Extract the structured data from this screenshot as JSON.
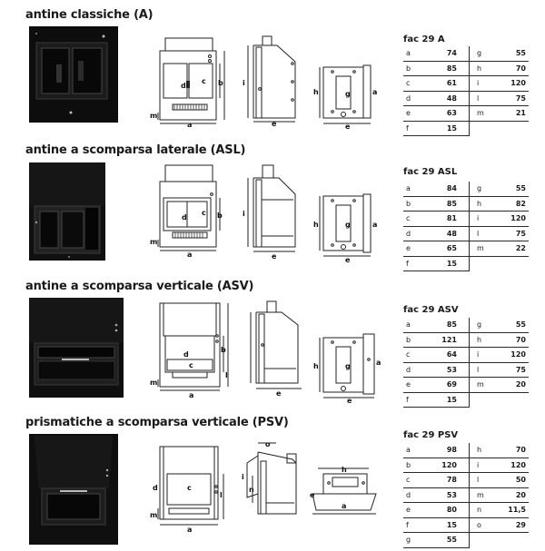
{
  "sections": [
    {
      "title": "antine classiche (A)",
      "code": "fac 29 A",
      "rows": [
        {
          "k1": "a",
          "v1": "74",
          "k2": "g",
          "v2": "55"
        },
        {
          "k1": "b",
          "v1": "85",
          "k2": "h",
          "v2": "70"
        },
        {
          "k1": "c",
          "v1": "61",
          "k2": "i",
          "v2": "120"
        },
        {
          "k1": "d",
          "v1": "48",
          "k2": "l",
          "v2": "75"
        },
        {
          "k1": "e",
          "v1": "63",
          "k2": "m",
          "v2": "21"
        },
        {
          "k1": "f",
          "v1": "15",
          "k2": "",
          "v2": ""
        }
      ]
    },
    {
      "title": "antine a scomparsa laterale (ASL)",
      "code": "fac 29 ASL",
      "rows": [
        {
          "k1": "a",
          "v1": "84",
          "k2": "g",
          "v2": "55"
        },
        {
          "k1": "b",
          "v1": "85",
          "k2": "h",
          "v2": "82"
        },
        {
          "k1": "c",
          "v1": "81",
          "k2": "i",
          "v2": "120"
        },
        {
          "k1": "d",
          "v1": "48",
          "k2": "l",
          "v2": "75"
        },
        {
          "k1": "e",
          "v1": "65",
          "k2": "m",
          "v2": "22"
        },
        {
          "k1": "f",
          "v1": "15",
          "k2": "",
          "v2": ""
        }
      ]
    },
    {
      "title": "antine a scomparsa verticale (ASV)",
      "code": "fac 29 ASV",
      "rows": [
        {
          "k1": "a",
          "v1": "85",
          "k2": "g",
          "v2": "55"
        },
        {
          "k1": "b",
          "v1": "121",
          "k2": "h",
          "v2": "70"
        },
        {
          "k1": "c",
          "v1": "64",
          "k2": "i",
          "v2": "120"
        },
        {
          "k1": "d",
          "v1": "53",
          "k2": "l",
          "v2": "75"
        },
        {
          "k1": "e",
          "v1": "69",
          "k2": "m",
          "v2": "20"
        },
        {
          "k1": "f",
          "v1": "15",
          "k2": "",
          "v2": ""
        }
      ]
    },
    {
      "title": "prismatiche a scomparsa verticale (PSV)",
      "code": "fac 29 PSV",
      "rows": [
        {
          "k1": "a",
          "v1": "98",
          "k2": "h",
          "v2": "70"
        },
        {
          "k1": "b",
          "v1": "120",
          "k2": "i",
          "v2": "120"
        },
        {
          "k1": "c",
          "v1": "78",
          "k2": "l",
          "v2": "50"
        },
        {
          "k1": "d",
          "v1": "53",
          "k2": "m",
          "v2": "20"
        },
        {
          "k1": "e",
          "v1": "80",
          "k2": "n",
          "v2": "11,5"
        },
        {
          "k1": "f",
          "v1": "15",
          "k2": "o",
          "v2": "29"
        },
        {
          "k1": "g",
          "v1": "55",
          "k2": "",
          "v2": ""
        }
      ]
    }
  ],
  "drawing_labels": {
    "front": [
      "a",
      "b",
      "c",
      "d",
      "l",
      "m"
    ],
    "side": [
      "e",
      "i"
    ],
    "plan": [
      "e",
      "g",
      "h",
      "a"
    ],
    "psv_side": [
      "n",
      "o",
      "i"
    ],
    "psv_plan": [
      "h",
      "a",
      "e"
    ],
    "psv_front": [
      "a",
      "c",
      "d",
      "l",
      "m"
    ]
  }
}
